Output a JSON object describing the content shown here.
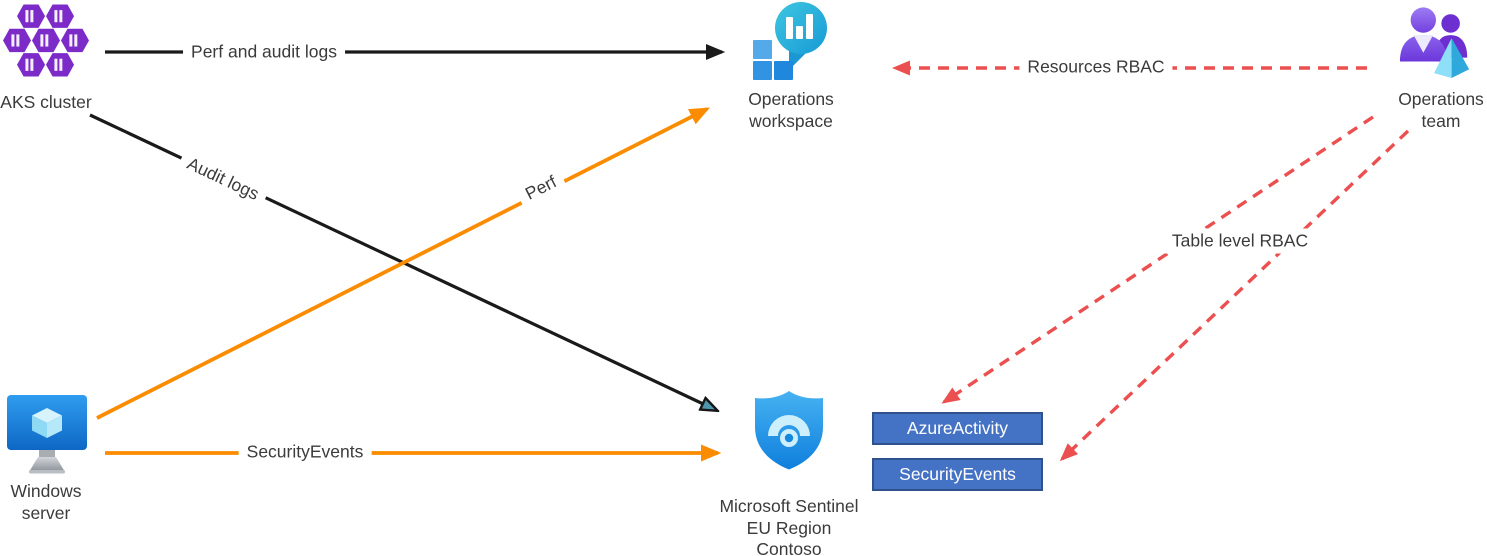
{
  "diagram": {
    "nodes": {
      "aks_cluster": {
        "label": "AKS cluster"
      },
      "operations_workspace": {
        "line1": "Operations",
        "line2": "workspace"
      },
      "operations_team": {
        "line1": "Operations",
        "line2": "team"
      },
      "windows_server": {
        "line1": "Windows",
        "line2": "server"
      },
      "microsoft_sentinel": {
        "line1": "Microsoft Sentinel",
        "line2": "EU Region",
        "line3": "Contoso"
      }
    },
    "tables": {
      "azure_activity": {
        "label": "AzureActivity"
      },
      "security_events": {
        "label": "SecurityEvents"
      }
    },
    "edges": {
      "perf_and_audit_logs": {
        "label": "Perf and audit logs",
        "color": "#1a1a1a",
        "style": "solid",
        "from": "AKS cluster",
        "to": "Operations workspace"
      },
      "audit_logs": {
        "label": "Audit logs",
        "color": "#1a1a1a",
        "style": "solid",
        "from": "AKS cluster",
        "to": "Microsoft Sentinel"
      },
      "perf": {
        "label": "Perf",
        "color": "#fb8c00",
        "style": "solid",
        "from": "Windows server",
        "to": "Operations workspace"
      },
      "security_events": {
        "label": "SecurityEvents",
        "color": "#fb8c00",
        "style": "solid",
        "from": "Windows server",
        "to": "Microsoft Sentinel"
      },
      "resources_rbac": {
        "label": "Resources RBAC",
        "color": "#ec4f4f",
        "style": "dashed",
        "from": "Operations team",
        "to": "Operations workspace"
      },
      "table_level_rbac": {
        "label": "Table level RBAC",
        "color": "#ec4f4f",
        "style": "dashed",
        "from": "Operations team",
        "to": "AzureActivity, SecurityEvents"
      }
    },
    "colors": {
      "black_flow": "#1a1a1a",
      "orange_flow": "#fb8c00",
      "red_rbac": "#ec4f4f",
      "table_box_fill": "#4472c4",
      "table_box_border": "#2f528f",
      "label_text": "#3b3b3b"
    }
  }
}
